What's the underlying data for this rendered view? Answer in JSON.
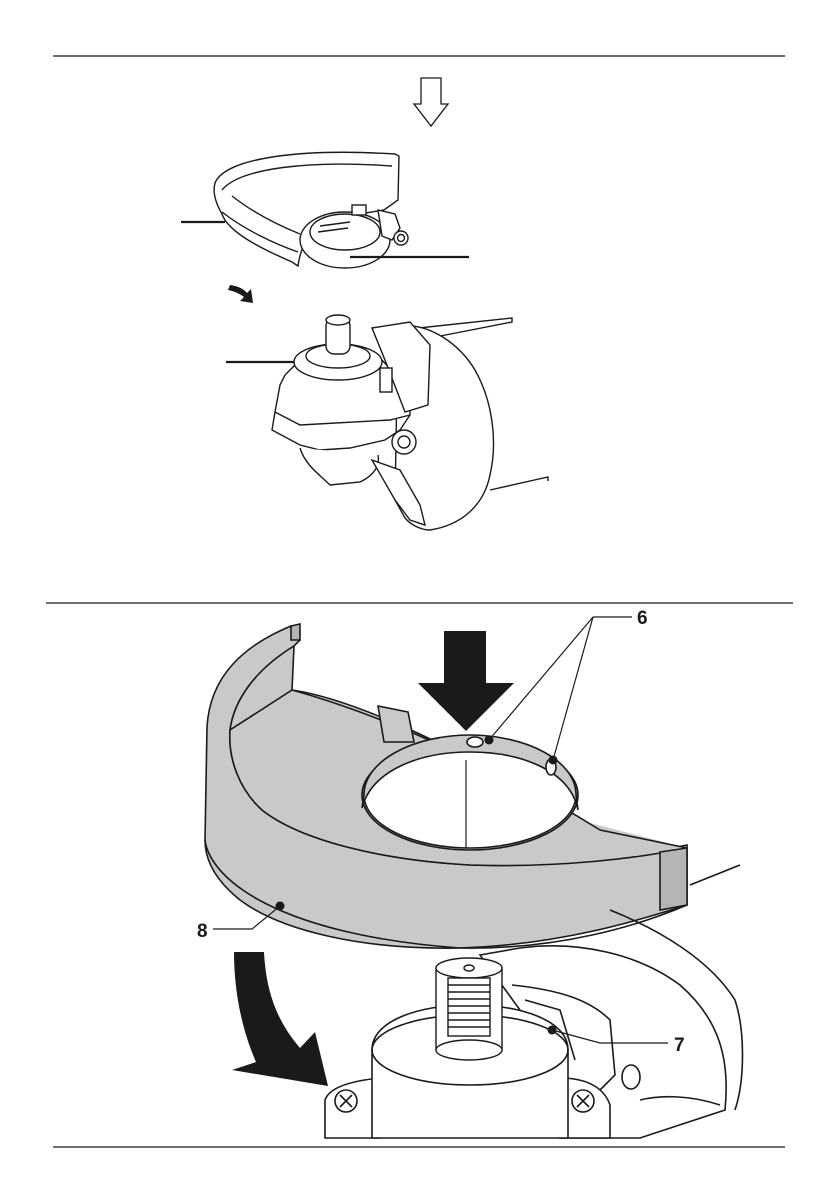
{
  "figures": [
    {
      "id": "top",
      "callouts": []
    },
    {
      "id": "bottom",
      "callouts": [
        {
          "label": "6"
        },
        {
          "label": "7"
        },
        {
          "label": "8"
        }
      ]
    }
  ],
  "colors": {
    "guard_fill": "#c9c9c9",
    "guard_dark": "#a9a9a9",
    "line": "#1a1a1a",
    "arrow": "#1a1a1a"
  }
}
